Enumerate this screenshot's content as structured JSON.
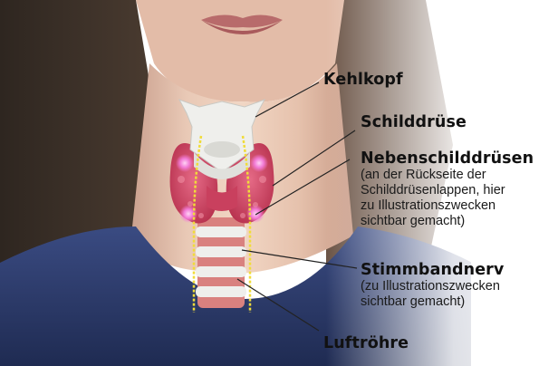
{
  "labels": {
    "kehlkopf": "Kehlkopf",
    "schilddruese": "Schilddrüse",
    "nebenschilddruesen": {
      "title": "Nebenschilddrüsen",
      "note": [
        "(an der Rückseite der",
        "Schilddrüsenlappen, hier",
        "zu Illustrationszwecken",
        "sichtbar gemacht)"
      ]
    },
    "stimmbandnerv": {
      "title": "Stimmbandnerv",
      "note": [
        "(zu Illustrationszwecken",
        "sichtbar gemacht)"
      ]
    },
    "luftroehre": "Luftröhre"
  },
  "colors": {
    "thyroid": "#d64a6a",
    "parathyroid": "#f27bd6",
    "nerve": "#f0dc3a",
    "cartilage": "#e9e9e6",
    "shirt": "#2b3a6b",
    "skin": "#e7c5b1"
  }
}
